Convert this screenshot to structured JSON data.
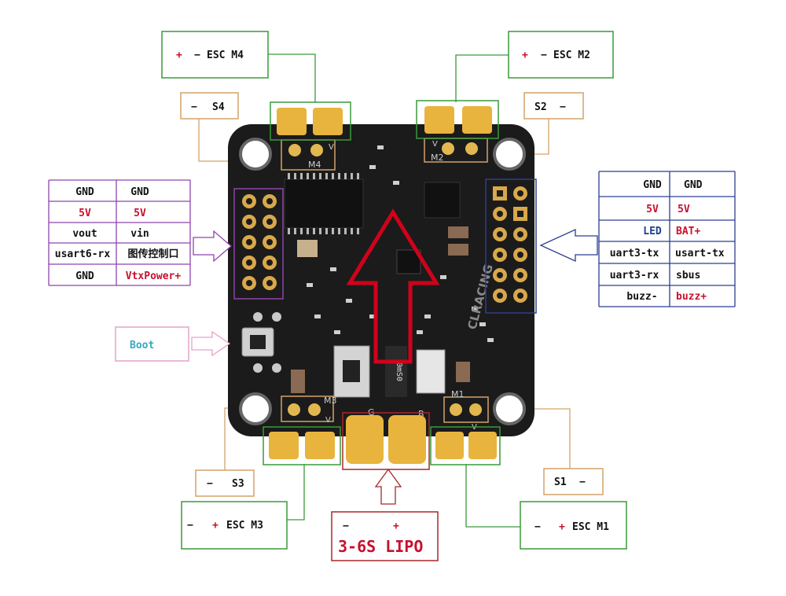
{
  "esc_boxes": {
    "m4": {
      "plus": "+",
      "minus": "−",
      "text": "ESC M4"
    },
    "m2": {
      "plus": "+",
      "minus": "−",
      "text": "ESC M2"
    },
    "m3": {
      "minus": "−",
      "plus": "+",
      "text": "ESC M3"
    },
    "m1": {
      "minus": "−",
      "plus": "+",
      "text": "ESC M1"
    }
  },
  "signal_boxes": {
    "s4": {
      "minus": "−",
      "text": "S4"
    },
    "s2": {
      "text": "S2",
      "minus": "−"
    },
    "s3": {
      "minus": "−",
      "text": "S3"
    },
    "s1": {
      "text": "S1",
      "minus": "−"
    }
  },
  "left_table": [
    {
      "a": "GND",
      "b": "GND",
      "color": "#111111"
    },
    {
      "a": "5V",
      "b": "5V",
      "color": "#c8102e"
    },
    {
      "a": "vout",
      "b": "vin",
      "color": "#111111"
    },
    {
      "a": "usart6-rx",
      "b": "图传控制口",
      "color": "#111111"
    },
    {
      "a": "GND",
      "b": "VtxPower+",
      "color": "#111111",
      "b_color": "#c8102e"
    }
  ],
  "right_table": [
    {
      "a": "GND",
      "b": "GND",
      "a_color": "#111111",
      "b_color": "#111111"
    },
    {
      "a": "5V",
      "b": "5V",
      "a_color": "#c8102e",
      "b_color": "#c8102e"
    },
    {
      "a": "LED",
      "b": "BAT+",
      "a_color": "#1f3f8f",
      "b_color": "#c8102e"
    },
    {
      "a": "uart3-tx",
      "b": "usart-tx",
      "a_color": "#111111",
      "b_color": "#111111"
    },
    {
      "a": "uart3-rx",
      "b": "sbus",
      "a_color": "#111111",
      "b_color": "#111111"
    },
    {
      "a": "buzz-",
      "b": "buzz+",
      "a_color": "#111111",
      "b_color": "#c8102e"
    }
  ],
  "boot": {
    "text": "Boot"
  },
  "battery": {
    "minus": "−",
    "plus": "+",
    "text": "3-6S LIPO"
  },
  "board": {
    "pad_m4": "M4",
    "pad_m2": "M2",
    "pad_m3": "M3",
    "pad_m1": "M1",
    "pad_vm4": "V",
    "pad_vm2": "V",
    "pad_vm3": "V",
    "pad_vm1": "V",
    "pad_g": "G",
    "pad_b": "B",
    "brand": "CLRACING",
    "shunt": "0mS0"
  },
  "colors": {
    "green": "#3a9a3a",
    "orange": "#d4a26a",
    "purple": "#8e44ad",
    "navy": "#2c3e8f",
    "pink": "#e5a3c8",
    "darkred": "#a8282a",
    "arrow": "#d0021b"
  }
}
